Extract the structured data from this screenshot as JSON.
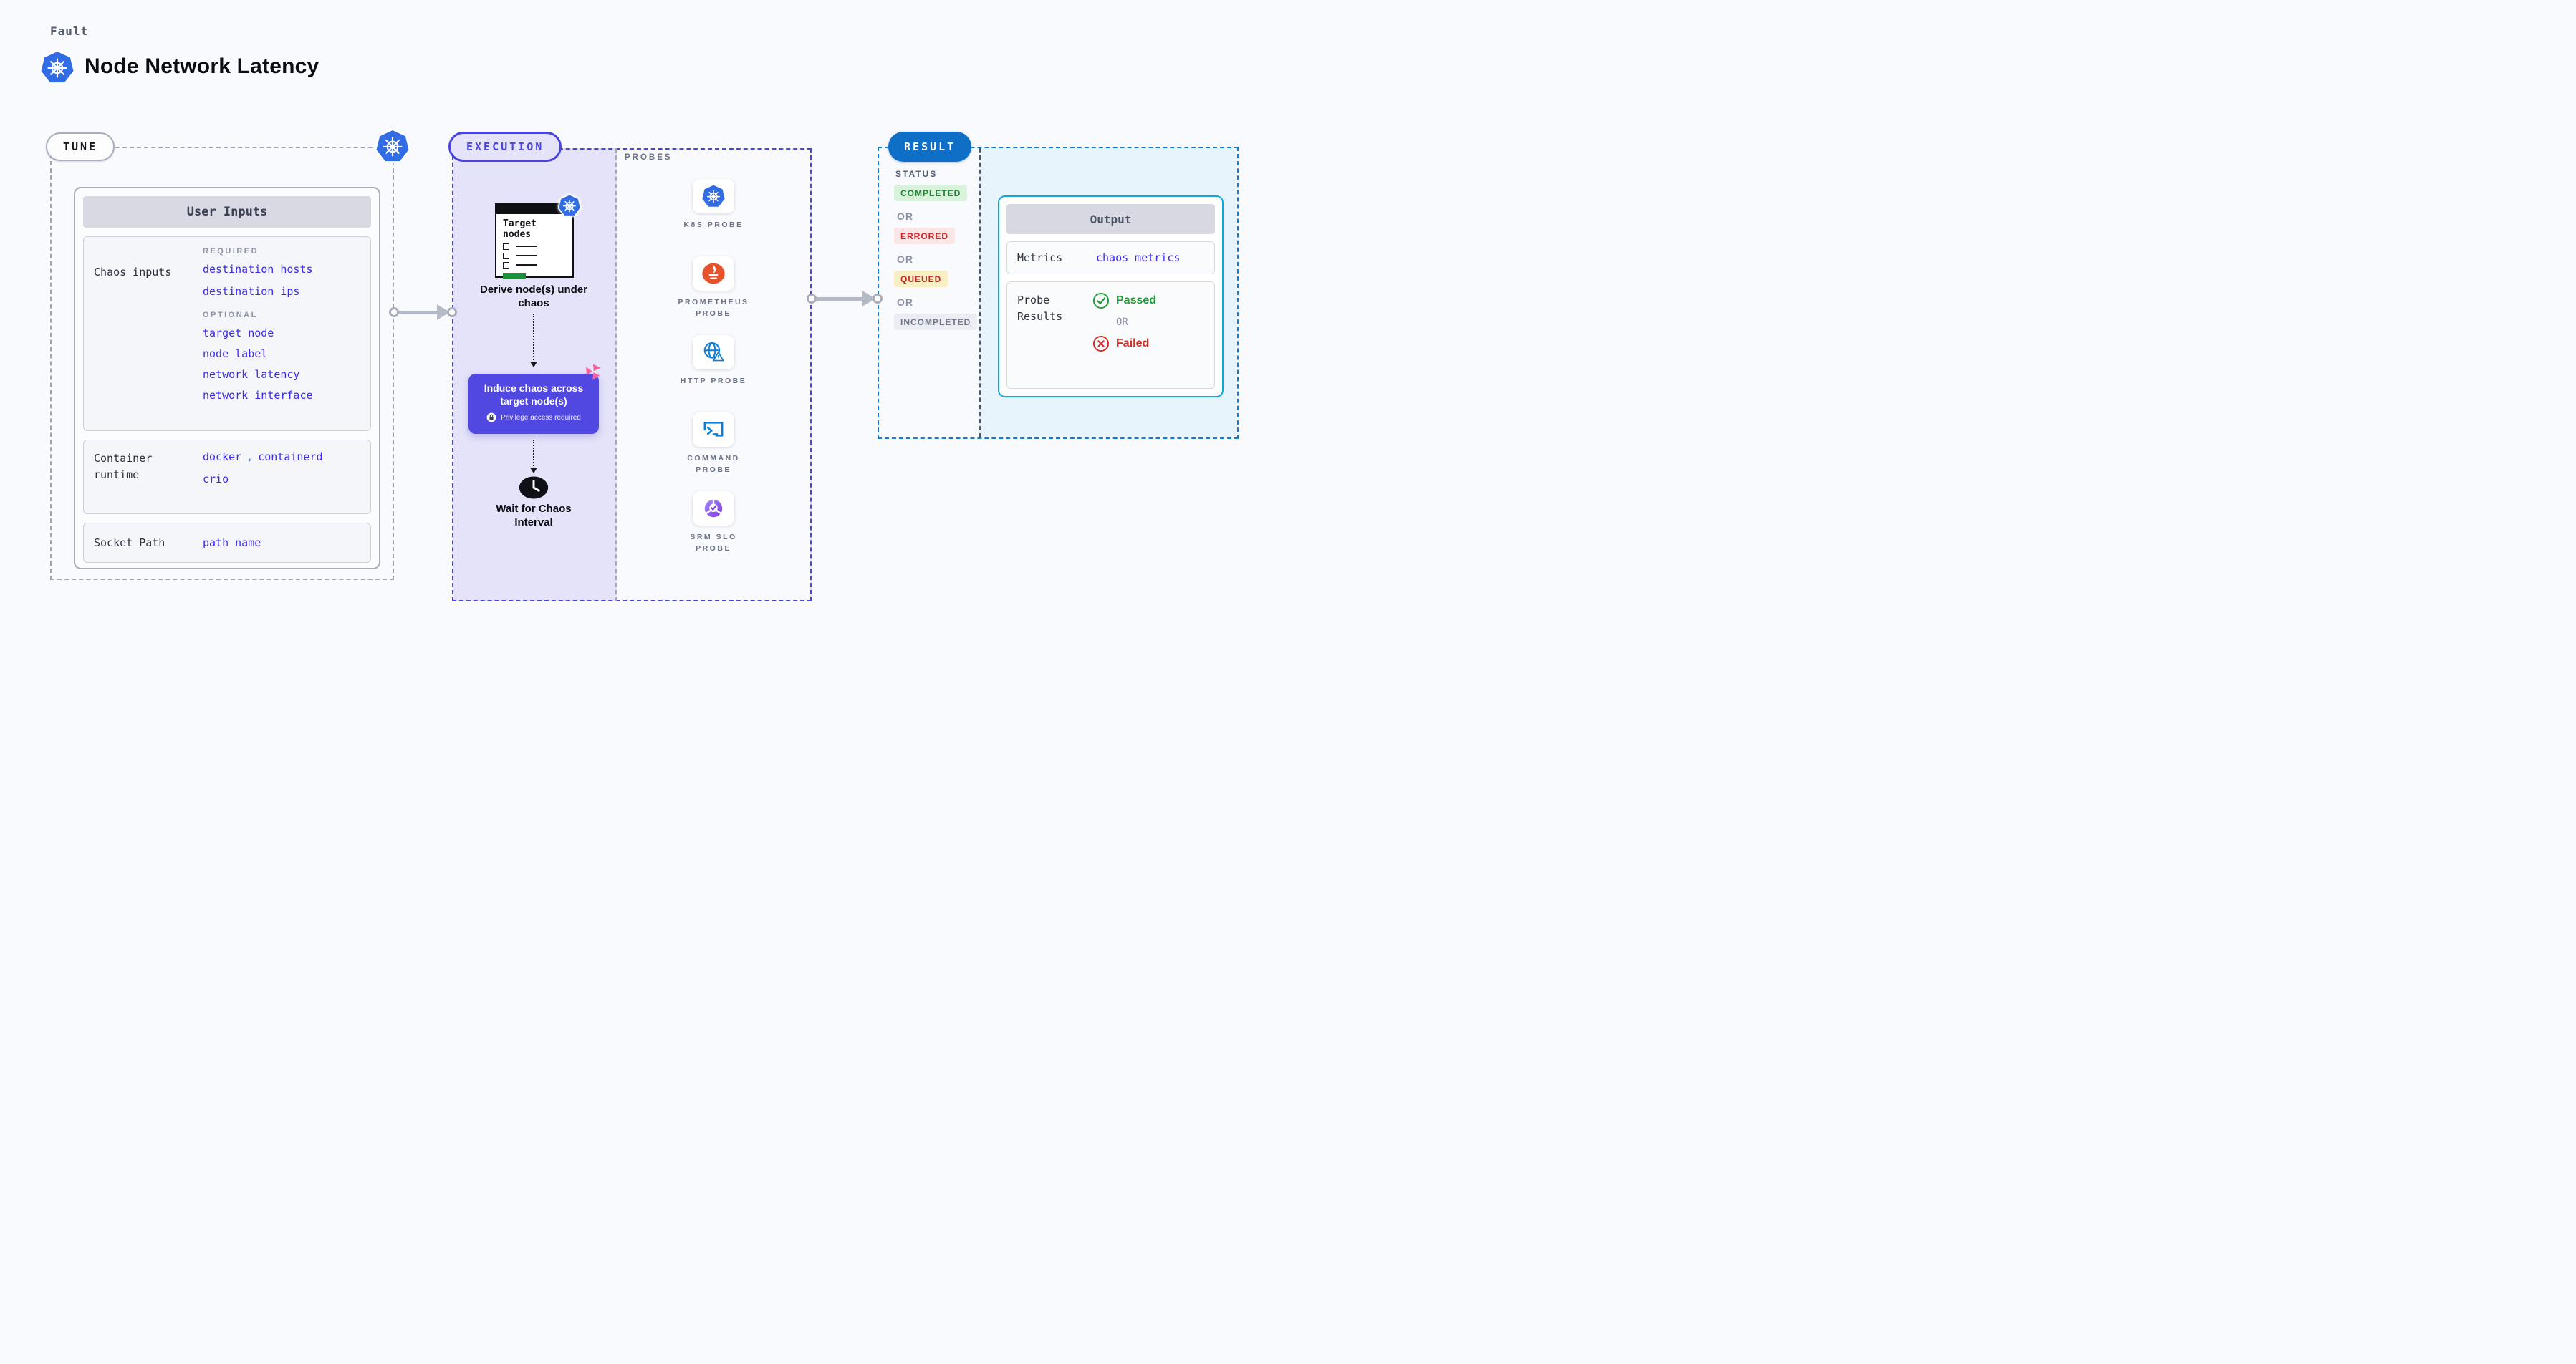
{
  "page": {
    "kicker": "Fault",
    "title": "Node Network Latency"
  },
  "tune": {
    "label": "TUNE",
    "user_inputs": {
      "title": "User Inputs",
      "chaos_inputs": {
        "label": "Chaos inputs",
        "required_heading": "REQUIRED",
        "required_links": [
          "destination hosts",
          "destination ips"
        ],
        "optional_heading": "OPTIONAL",
        "optional_links": [
          "target node",
          "node label",
          "network latency",
          "network interface"
        ]
      },
      "container_runtime": {
        "label": "Container runtime",
        "links": [
          "docker",
          "containerd",
          "crio"
        ],
        "separator": ","
      },
      "socket_path": {
        "label": "Socket Path",
        "links": [
          "path name"
        ]
      }
    }
  },
  "execution": {
    "label": "EXECUTION",
    "target_card": {
      "title": "Target nodes"
    },
    "derive_caption": "Derive node(s) under chaos",
    "induce": {
      "title": "Induce chaos across target node(s)",
      "note": "Privilege access required"
    },
    "wait_caption": "Wait for Chaos Interval",
    "probes": {
      "heading": "PROBES",
      "items": [
        {
          "icon": "kubernetes-icon",
          "label": "K8S PROBE"
        },
        {
          "icon": "prometheus-icon",
          "label": "PROMETHEUS PROBE"
        },
        {
          "icon": "http-globe-icon",
          "label": "HTTP PROBE"
        },
        {
          "icon": "terminal-icon",
          "label": "COMMAND PROBE"
        },
        {
          "icon": "slo-gauge-icon",
          "label": "SRM SLO PROBE"
        }
      ]
    }
  },
  "result": {
    "label": "RESULT",
    "status": {
      "heading": "STATUS",
      "separator": "OR",
      "badges": [
        "COMPLETED",
        "ERRORED",
        "QUEUED",
        "INCOMPLETED"
      ]
    },
    "output": {
      "title": "Output",
      "metrics_label": "Metrics",
      "metrics_link": "chaos metrics",
      "probe_results_label": "Probe Results",
      "passed": "Passed",
      "separator": "OR",
      "failed": "Failed"
    }
  },
  "colors": {
    "page_bg": "#F9FAFD",
    "kubernetes_blue": "#326CE5",
    "link_blue": "#3B2BEE",
    "link_comma_blue": "#5A8CF0",
    "execution_indigo": "#4A43DC",
    "execution_fill": "#E4E3F9",
    "result_pill_blue": "#0F6FC6",
    "result_border_blue": "#1779CF",
    "result_fill_blue": "#E8F4FB",
    "output_border_cyan": "#0FA7E0",
    "action_purple": "#5148E2",
    "chaos_pink": "#F8619A",
    "prometheus_orange": "#E6522C",
    "probe_blue": "#0A7FD9",
    "srm_purple": "#7C3AED",
    "passed_green": "#1E9A34",
    "failed_red": "#D5281E",
    "completed_bg": "#D9F2DC",
    "completed_text": "#208132",
    "errored_bg": "#FBE5E5",
    "errored_text": "#CC2222",
    "queued_bg": "#FAEFC4",
    "queued_text": "#C02A21",
    "incompleted_bg": "#ECECF3",
    "incompleted_text": "#6F7689",
    "arrow_gray": "#B6B9C6",
    "dashed_gray": "#9EA5B2",
    "green_bar": "#18923A"
  }
}
